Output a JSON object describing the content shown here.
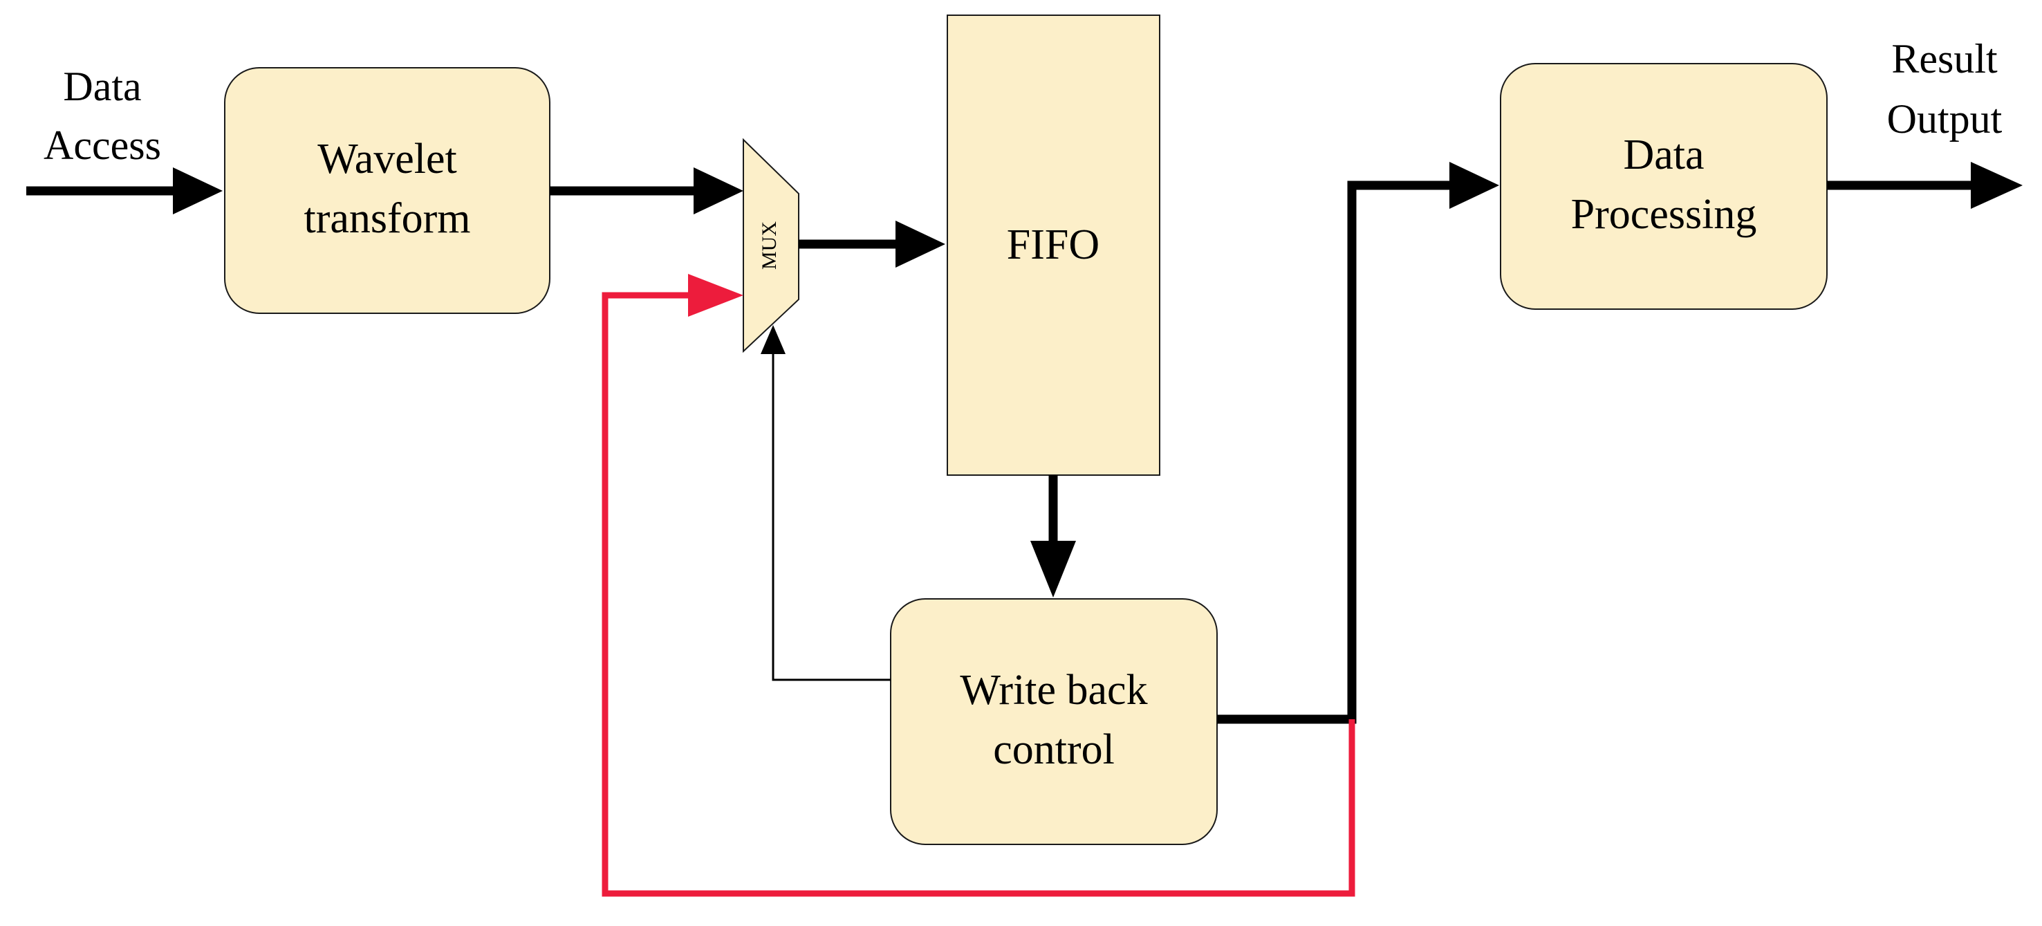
{
  "colors": {
    "block_fill": "#fcefc9",
    "block_stroke": "#1a1a1a",
    "arrow": "#000000",
    "feedback_path": "#ed1c3c",
    "background": "#ffffff"
  },
  "input_label": {
    "line1": "Data",
    "line2": "Access"
  },
  "output_label": {
    "line1": "Result",
    "line2": "Output"
  },
  "blocks": {
    "wavelet": {
      "line1": "Wavelet",
      "line2": "transform"
    },
    "mux": {
      "label": "MUX"
    },
    "fifo": {
      "label": "FIFO"
    },
    "write_back": {
      "line1": "Write back",
      "line2": "control"
    },
    "processing": {
      "line1": "Data",
      "line2": "Processing"
    }
  }
}
